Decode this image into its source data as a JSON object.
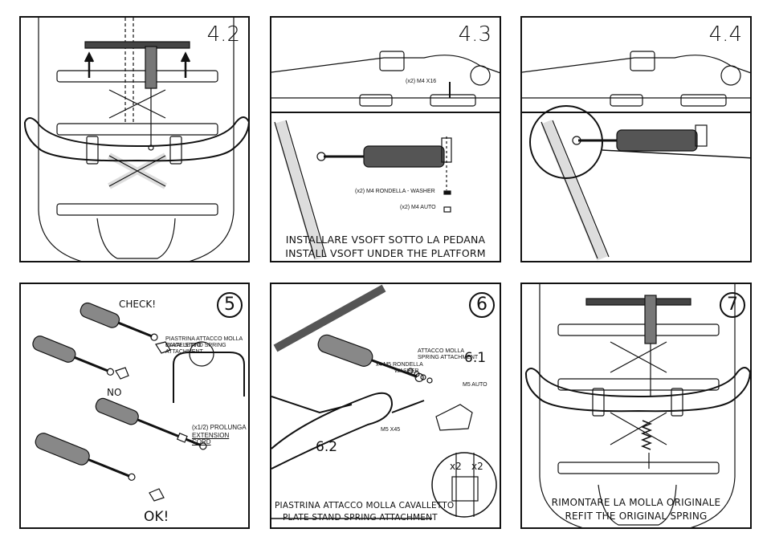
{
  "panels": {
    "p42": {
      "step": "4.2"
    },
    "p43": {
      "step": "4.3",
      "screw": "(x2) M4 X16",
      "washer": "(x2) M4 RONDELLA - WASHER",
      "nut": "(x2) M4 AUTO",
      "caption_it": "INSTALLARE VSOFT SOTTO  LA PEDANA",
      "caption_en": "INSTALL VSOFT UNDER THE PLATFORM"
    },
    "p44": {
      "step": "4.4"
    },
    "p5": {
      "step": "5",
      "check": "CHECK!",
      "plate_it": "PIASTRINA ATTACCO MOLLA CAVALLETTO",
      "plate_en": "PLATE STAND SPRING ATTACHMENT",
      "no": "NO",
      "ext_it": "(x1/2) PROLUNGA",
      "ext_en": "EXTENSION CORD",
      "ok": "OK!"
    },
    "p6": {
      "step": "6",
      "sub1": "6.1",
      "sub2": "6.2",
      "spring_att_it": "ATTACCO MOLLA",
      "spring_att_en": "SPRING ATTACHMENT",
      "washer": "x4 M5 RONDELLA",
      "washer_en": "WASHER",
      "nut": "M5 AUTO",
      "bolt": "M5 X45",
      "x2a": "x2",
      "x2b": "x2",
      "caption_it": "PIASTRINA ATTACCO MOLLA CAVALLETTO",
      "caption_en": "PLATE STAND SPRING ATTACHMENT"
    },
    "p7": {
      "step": "7",
      "caption_it": "RIMONTARE LA MOLLA ORIGINALE",
      "caption_en": "REFIT THE ORIGINAL SPRING"
    }
  }
}
